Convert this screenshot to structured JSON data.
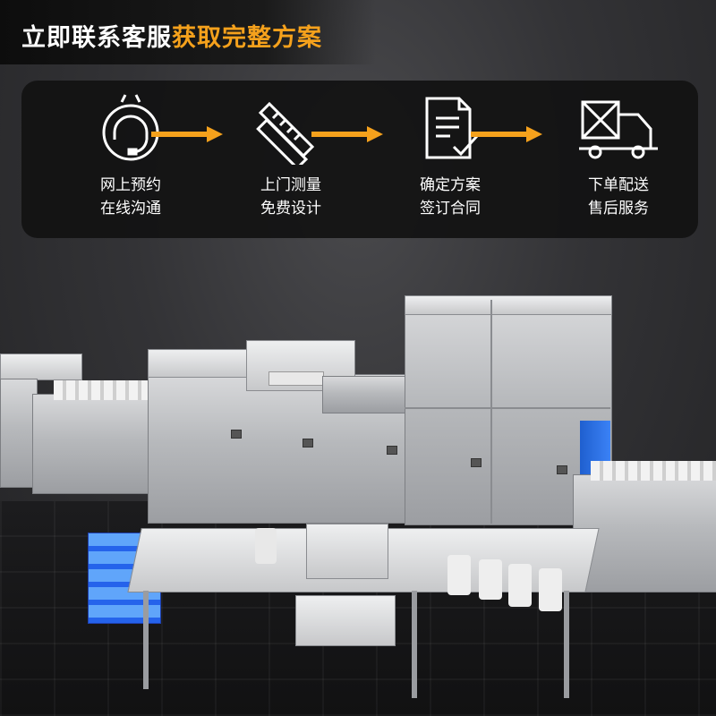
{
  "banner": {
    "title_white": "立即联系客服",
    "title_orange": "获取完整方案"
  },
  "colors": {
    "accent": "#f5a11c",
    "panel": "#121212",
    "text": "#ffffff"
  },
  "steps": [
    {
      "icon": "phone-support-icon",
      "line1": "网上预约",
      "line2": "在线沟通"
    },
    {
      "icon": "ruler-pencil-icon",
      "line1": "上门测量",
      "line2": "免费设计"
    },
    {
      "icon": "document-check-icon",
      "line1": "确定方案",
      "line2": "签订合同"
    },
    {
      "icon": "delivery-truck-icon",
      "line1": "下单配送",
      "line2": "售后服务"
    }
  ]
}
